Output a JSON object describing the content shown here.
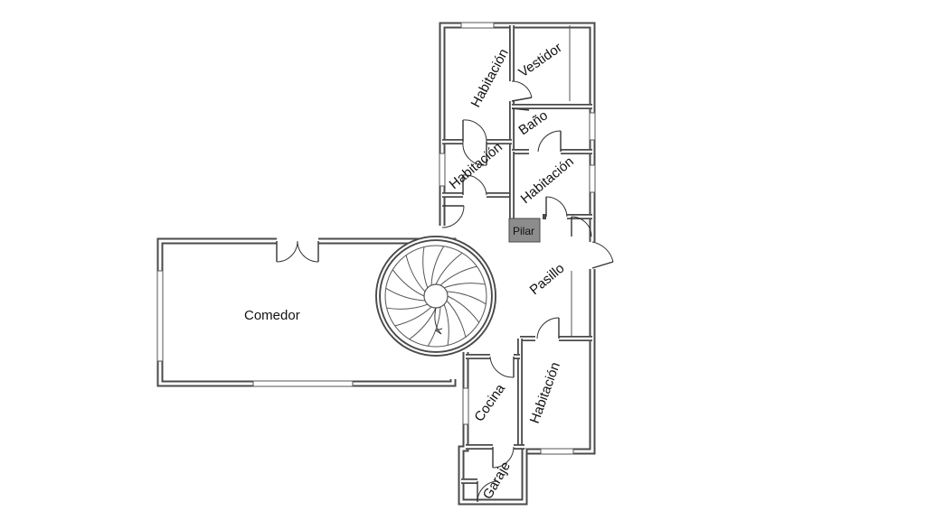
{
  "rooms": {
    "comedor": "Comedor",
    "pasillo": "Pasillo",
    "habitacion_top": "Habitación",
    "vestidor": "Vestidor",
    "bano": "Baño",
    "habitacion_small": "Habitación",
    "habitacion_mid": "Habitación",
    "pilar": "Pilar",
    "cocina": "Cocina",
    "habitacion_bottom": "Habitación",
    "garaje": "Garaje"
  }
}
